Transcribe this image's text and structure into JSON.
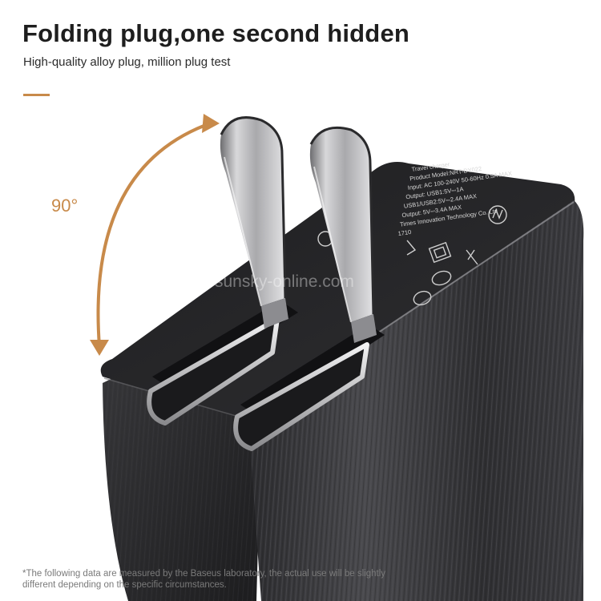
{
  "heading": {
    "title": "Folding plug,one second hidden",
    "subtitle": "High-quality alloy plug, million plug test"
  },
  "rotation": {
    "angle_label": "90°"
  },
  "product": {
    "spec_lines": [
      "Travel charger",
      "Product Model:NRT-DY022",
      "Input: AC 100-240V 50-60Hz 0.5A MAX",
      "Output: USB1:5V⎓1A",
      "USB1/USB2:5V⎓2.4A MAX",
      "Output: 5V⎓3.4A MAX",
      "Times Innovation Technology Co. Ltd",
      "1710"
    ]
  },
  "watermark": "sunsky-online.com",
  "footnote": {
    "line1": "*The following data are measured by the Baseus laboratory, the actual use will be slightly",
    "line2": "different depending on the specific circumstances."
  },
  "colors": {
    "accent": "#c88a4a",
    "title": "#1e1e1e",
    "body_dark": "#2a2a2c",
    "body_mid": "#3a3a3d"
  }
}
